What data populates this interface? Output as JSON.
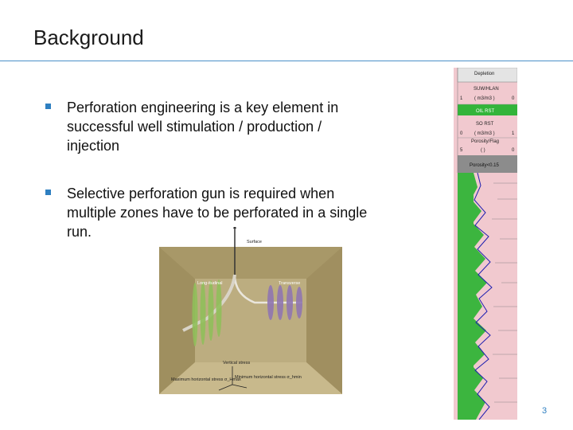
{
  "slide": {
    "title": "Background",
    "page_number": "3",
    "accent_color": "#2e7fc1"
  },
  "bullets": [
    "Perforation engineering is a key element in successful well stimulation / production / injection",
    "Selective perforation gun is required when multiple zones have to be perforated in a single run."
  ],
  "diagram": {
    "surface": "Surface",
    "longitudinal": "Long-itudinal",
    "transverse": "Transverse",
    "vertical_stress": "Vertical stress",
    "max_stress": "Maximum horizontal stress σ_Hmax",
    "min_stress": "Minimum horizontal stress σ_hmin"
  },
  "log": {
    "header1": "Depletion",
    "header2": "SUW/HLAN",
    "unit1": "( m3/m3 )",
    "scale1_left": "1",
    "scale1_right": "0",
    "header3": "OIL RST",
    "header4": "SO RST",
    "unit2": "( m3/m3 )",
    "scale2_left": "0",
    "scale2_right": "1",
    "header5": "Porosity/Flag",
    "unit3": "( )",
    "scale3_left": "5",
    "scale3_right": "0",
    "header6": "Porosity<0.15"
  }
}
